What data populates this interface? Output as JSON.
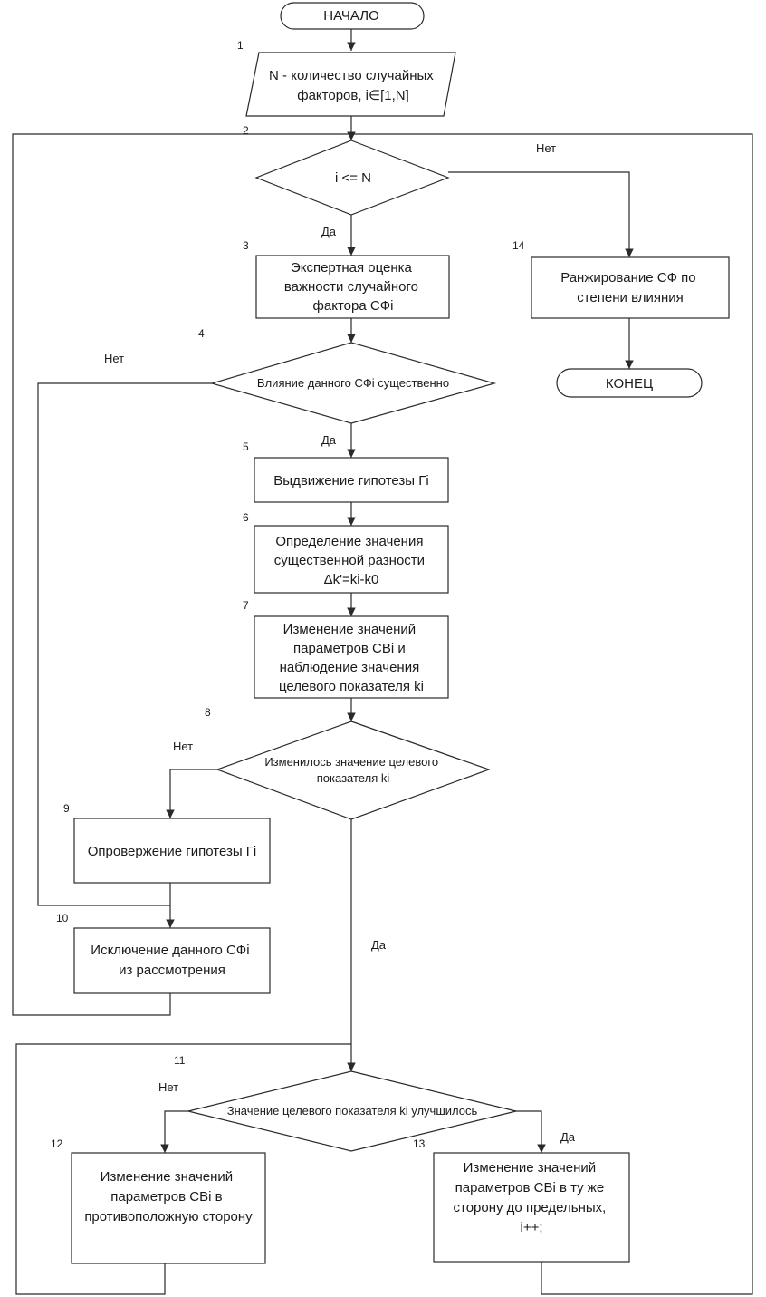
{
  "nodes": {
    "start": {
      "lines": [
        "НАЧАЛО"
      ]
    },
    "input": {
      "num": "1",
      "lines": [
        "N - количество случайных",
        "факторов, i∈[1,N]"
      ]
    },
    "cond_i": {
      "num": "2",
      "lines": [
        "i <= N"
      ]
    },
    "expert": {
      "num": "3",
      "lines": [
        "Экспертная оценка",
        "важности случайного",
        "фактора СФi"
      ]
    },
    "cond_influence": {
      "num": "4",
      "lines": [
        "Влияние данного СФi существенно"
      ]
    },
    "hypothesis": {
      "num": "5",
      "lines": [
        "Выдвижение гипотезы Гi"
      ]
    },
    "diff": {
      "num": "6",
      "lines": [
        "Определение значения",
        "существенной разности",
        "Δk'=ki-k0"
      ]
    },
    "change_params": {
      "num": "7",
      "lines": [
        "Изменение значений",
        "параметров СВi и",
        "наблюдение значения",
        "целевого показателя ki"
      ]
    },
    "cond_changed": {
      "num": "8",
      "lines": [
        "Изменилось значение целевого",
        "показателя ki"
      ]
    },
    "refute": {
      "num": "9",
      "lines": [
        "Опровержение гипотезы Гi"
      ]
    },
    "exclude": {
      "num": "10",
      "lines": [
        "Исключение данного СФi",
        "из рассмотрения"
      ]
    },
    "cond_improved": {
      "num": "11",
      "lines": [
        "Значение целевого показателя ki улучшилось"
      ]
    },
    "opposite": {
      "num": "12",
      "lines": [
        "Изменение значений",
        "параметров СВi в",
        "противоположную сторону"
      ]
    },
    "same_dir": {
      "num": "13",
      "lines": [
        "Изменение значений",
        "параметров СВi в ту же",
        "сторону до предельных,",
        "i++;"
      ]
    },
    "rank": {
      "num": "14",
      "lines": [
        "Ранжирование СФ по",
        "степени влияния"
      ]
    },
    "end": {
      "lines": [
        "КОНЕЦ"
      ]
    }
  },
  "edges": {
    "cond_i_no": "Нет",
    "cond_i_yes": "Да",
    "cond_influence_no": "Нет",
    "cond_influence_yes": "Да",
    "cond_changed_no": "Нет",
    "cond_changed_yes": "Да",
    "cond_improved_no": "Нет",
    "cond_improved_yes": "Да"
  }
}
